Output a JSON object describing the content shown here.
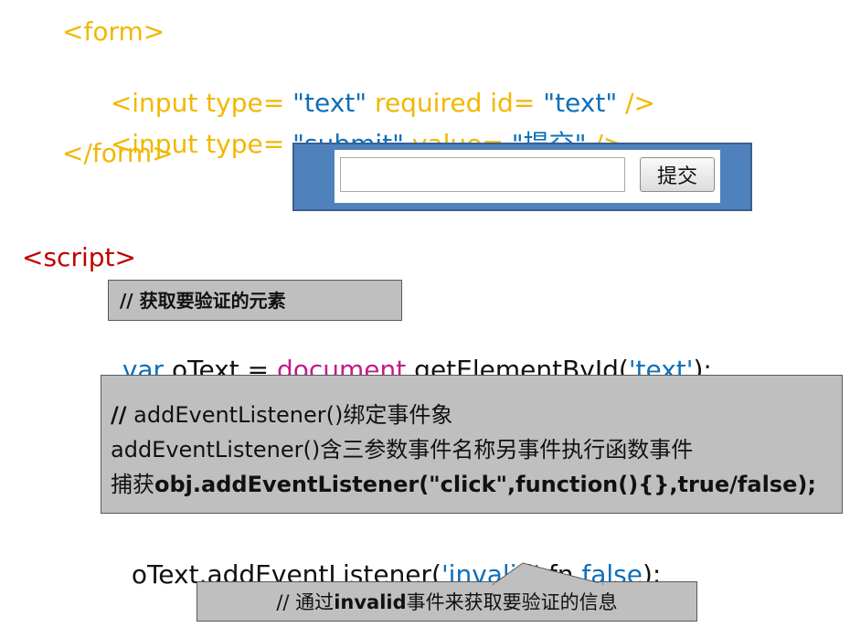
{
  "code_form": {
    "form_open": "<form>",
    "input1": {
      "open": "<input type= ",
      "type_val": "\"text\"",
      "required": " required id= ",
      "id_val": "\"text\"",
      "close": " />"
    },
    "input2": {
      "open": "<input type= ",
      "type_val": "\"submit\"",
      "value_attr": " value= ",
      "value_val": "\"提交\"",
      "close": " />"
    },
    "form_close": "</form>"
  },
  "demo": {
    "input_value": "",
    "submit_label": "提交"
  },
  "script_tag": "<script>",
  "comment1": "//  获取要验证的元素",
  "code_var": {
    "kw": "var",
    "name": " oText = ",
    "obj": "document",
    "method": ".getElementById(",
    "arg": "'text'",
    "end": ");"
  },
  "comment2": {
    "slashes": "//",
    "line1_text": " addEventListener()绑定事件象",
    "line2": "addEventListener()含三参数事件名称另事件执行函数事件",
    "line3_prefix": "捕获",
    "line3_code": "obj.addEventListener(\"click\",function(){},true/false);"
  },
  "code_listener": {
    "prefix": "oText.addEventListener(",
    "event": "'invalid'",
    "mid": ",fn,",
    "flag": "false",
    "end": ");"
  },
  "comment3": {
    "prefix": "//  通过",
    "keyword": "invalid",
    "suffix": "事件来获取要验证的信息"
  },
  "colors": {
    "amber": "#f1b800",
    "blue": "#0e6fba",
    "red": "#c00000",
    "magenta": "#c21c8a",
    "note_bg": "#bfbfbf",
    "demo_bg": "#4f81bd"
  }
}
